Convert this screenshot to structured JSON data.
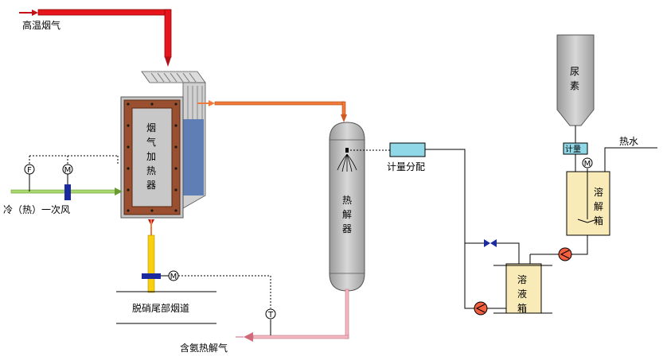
{
  "labels": {
    "high_temp_flue_gas": "高温烟气",
    "heater": [
      "烟",
      "气",
      "加",
      "热",
      "器"
    ],
    "primary_air": "冷（热）一次风",
    "denox_flue": "脱硝尾部烟道",
    "ammonia_gas": "含氨热解气",
    "decomposer": [
      "热",
      "解",
      "器"
    ],
    "metering_distribution": "计量分配",
    "urea": [
      "尿",
      "素"
    ],
    "metering": "计量",
    "hot_water": "热水",
    "dissolving_tank": [
      "溶",
      "解",
      "箱"
    ],
    "solution_tank": [
      "溶",
      "液",
      "箱"
    ]
  },
  "instruments": {
    "flow": "F",
    "motor": "M",
    "temperature": "T"
  },
  "colors": {
    "flue_red": "#e8141c",
    "hot_orange": "#f07a3c",
    "air_green": "#a8d870",
    "damper_blue": "#1c2aa0",
    "vessel_gray": "#c0c0c0",
    "frame_brown": "#9a5030",
    "gas_pink": "#f4b8c0",
    "yellow_duct": "#f8d010",
    "tank_fill": "#f8ebb8",
    "meter_cyan": "#90d8e8"
  }
}
